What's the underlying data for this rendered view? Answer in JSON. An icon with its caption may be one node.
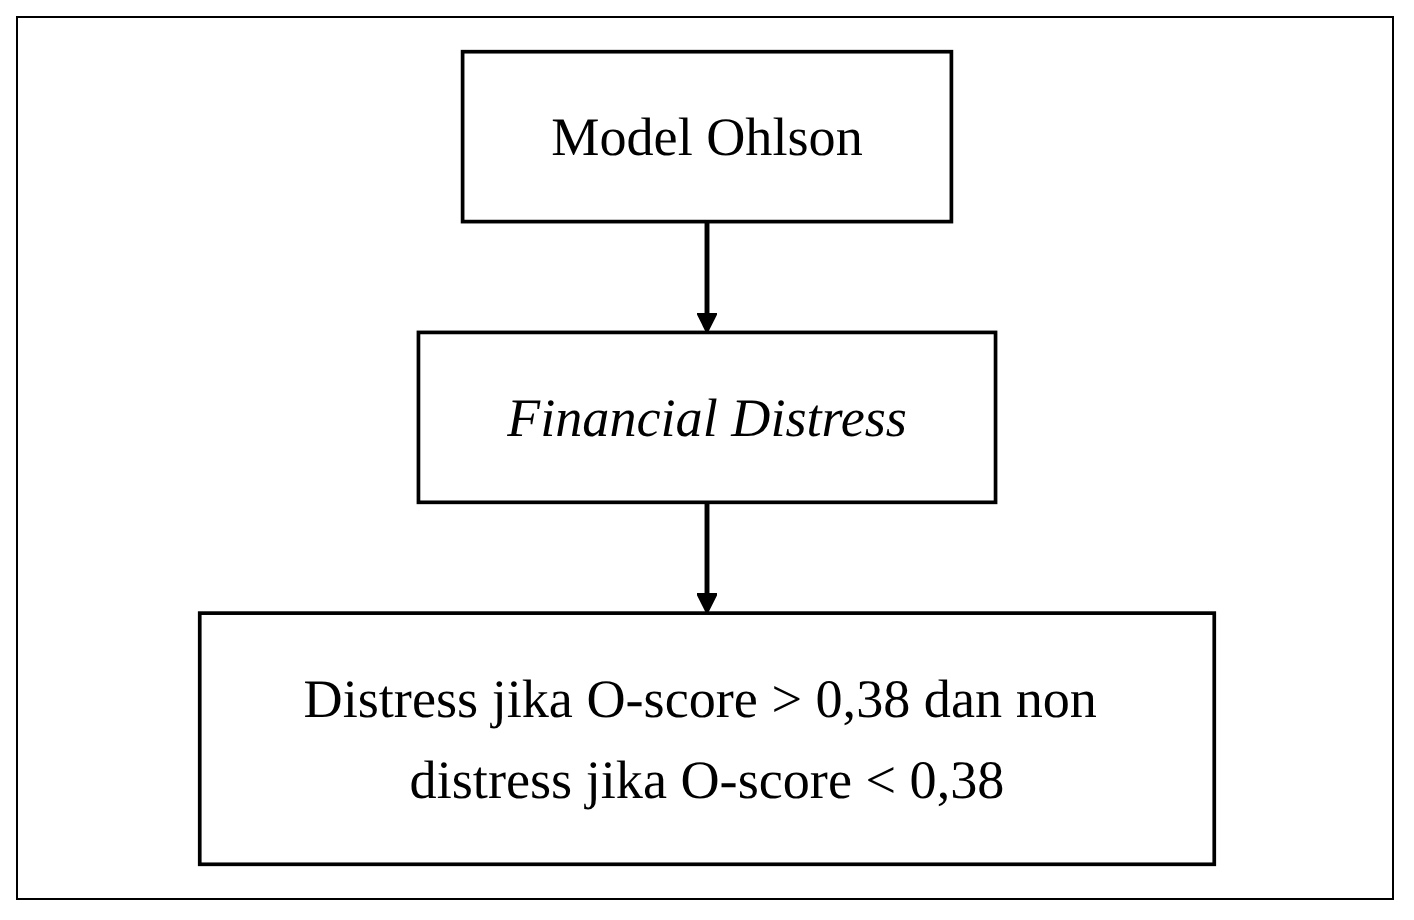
{
  "diagram": {
    "nodes": [
      {
        "text": [
          "Model Ohlson"
        ]
      },
      {
        "text": [
          "Financial Distress"
        ]
      },
      {
        "text": [
          "Distress jika O-score > 0,38 dan non distress jika O-score < 0,38"
        ]
      }
    ],
    "edges": [
      {
        "from": 0,
        "to": 1,
        "arrow": "to"
      },
      {
        "from": 1,
        "to": 2,
        "arrow": "to"
      }
    ]
  }
}
